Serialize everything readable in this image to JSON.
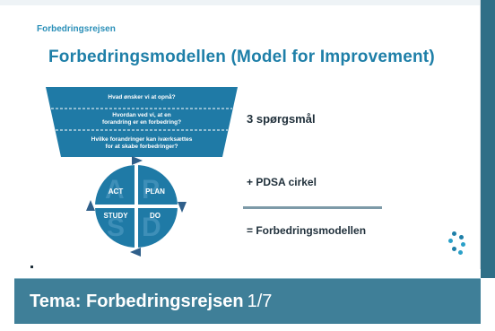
{
  "slide": {
    "section_label": "Forbedringsrejsen",
    "title": "Forbedringsmodellen (Model for Improvement)",
    "funnel": {
      "q1": "Hvad ønsker vi at opnå?",
      "q2_line1": "Hvordan ved vi, at en",
      "q2_line2": "forandring er en forbedring?",
      "q3_line1": "Hvilke forandringer kan iværksættes",
      "q3_line2": "for at skabe forbedringer?"
    },
    "labels": {
      "questions": "3 spørgsmål",
      "pdsa": "+ PDSA cirkel",
      "model": "= Forbedringsmodellen"
    },
    "cycle": {
      "act": "ACT",
      "plan": "PLAN",
      "study": "STUDY",
      "do": "DO"
    }
  },
  "caption": {
    "title": "Tema: Forbedringsrejsen",
    "page": "1/7"
  },
  "colors": {
    "accent": "#1e7fa8",
    "funnel": "#1f7aa6",
    "caption_bar": "#3f7f98",
    "text_dark": "#1f2f3a"
  },
  "icons": {
    "logo": "dots-logo-icon"
  }
}
